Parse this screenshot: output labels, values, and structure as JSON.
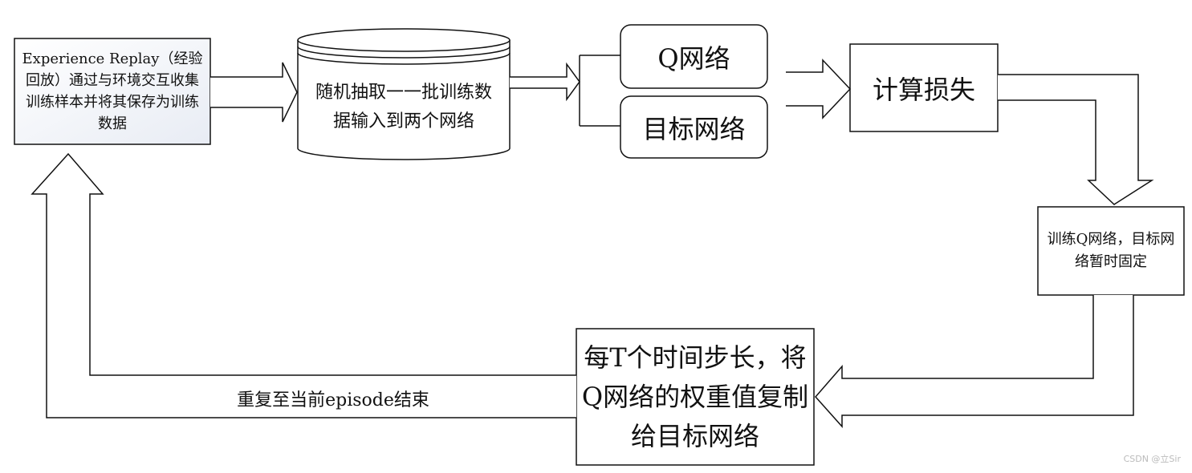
{
  "nodes": {
    "experience_replay": "Experience Replay（经验回放）通过与环境交互收集训练样本并将其保存为训练数据",
    "sample_batch": "随机抽取一一批训练数据输入到两个网络",
    "q_network": "Q网络",
    "target_network": "目标网络",
    "compute_loss": "计算损失",
    "train_q": "训练Q网络，目标网络暂时固定",
    "copy_weights": "每T个时间步长，将Q网络的权重值复制给目标网络"
  },
  "edges": {
    "repeat_label": "重复至当前episode结束"
  },
  "watermark": "CSDN @立Sir"
}
